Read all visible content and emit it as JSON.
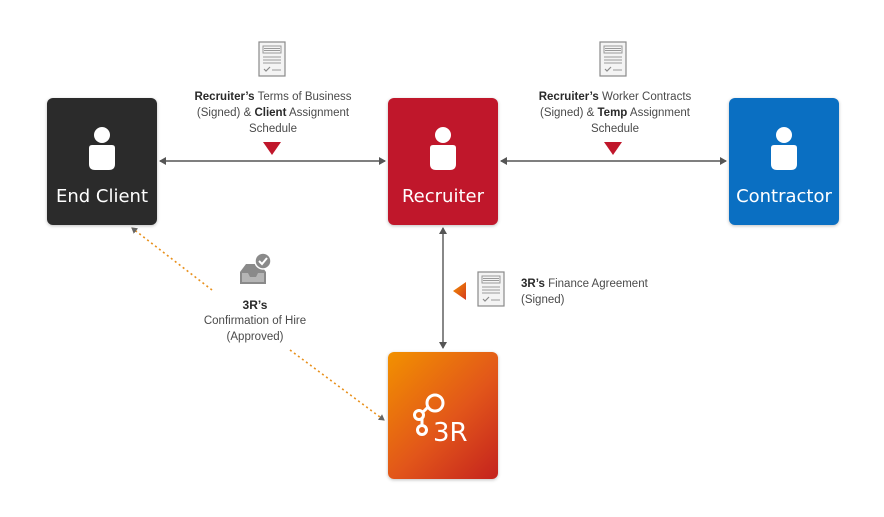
{
  "nodes": {
    "end_client": "End Client",
    "recruiter": "Recruiter",
    "contractor": "Contractor"
  },
  "captions": {
    "left": {
      "b1": "Recruiter’s",
      "t1": " Terms of Business (Signed) & ",
      "b2": "Client",
      "t2": " Assignment Schedule"
    },
    "right": {
      "b1": "Recruiter’s",
      "t1": " Worker Contracts (Signed) & ",
      "b2": "Temp",
      "t2": " Assignment Schedule"
    },
    "finance": {
      "b1": "3R’s",
      "t1": " Finance Agreement (Signed)"
    },
    "hire": {
      "brand": "3R’s",
      "line1": "Confirmation of Hire",
      "line2": "(Approved)"
    }
  },
  "logo_text": "3R",
  "colors": {
    "end_client": "#2b2b2b",
    "recruiter": "#c0172b",
    "contractor": "#0a6fc2",
    "threer_gradient": [
      "#f29100",
      "#c4221e"
    ],
    "arrow_marker": "#c0172b",
    "finance_marker": "#e8742a",
    "dotted_line": "#e8901c"
  }
}
